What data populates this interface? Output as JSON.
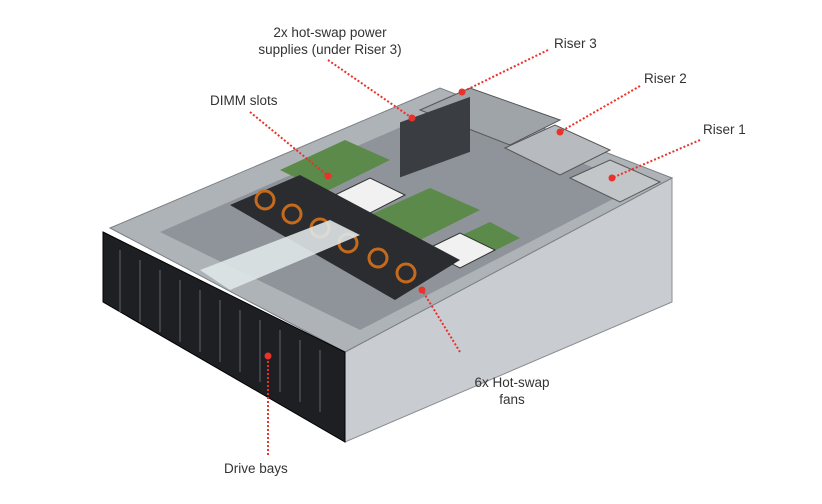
{
  "labels": {
    "psu": [
      "2x hot-swap power",
      "supplies (under Riser 3)"
    ],
    "riser3": "Riser 3",
    "riser2": "Riser 2",
    "riser1": "Riser 1",
    "dimm": "DIMM slots",
    "fans": [
      "6x Hot-swap",
      "fans"
    ],
    "drives": "Drive bays"
  },
  "colors": {
    "leader": "#e8322a",
    "text": "#333333"
  }
}
